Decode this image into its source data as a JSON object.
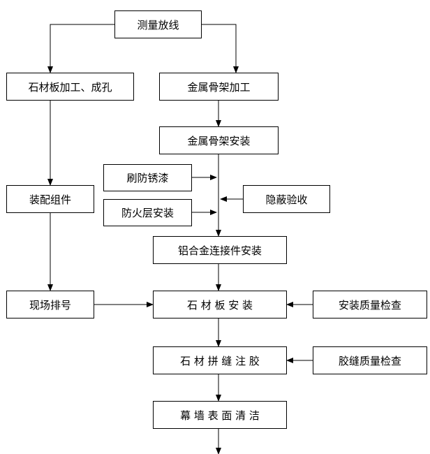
{
  "nodes": {
    "survey": "测量放线",
    "stone_processing": "石材板加工、成孔",
    "frame_processing": "金属骨架加工",
    "frame_install": "金属骨架安装",
    "rust_paint": "刷防锈漆",
    "hidden_acceptance": "隐蔽验收",
    "fireproof_install": "防火层安装",
    "assembly": "装配组件",
    "connector_install": "铝合金连接件安装",
    "numbering": "现场排号",
    "stone_install": "石 材 板 安 装",
    "install_quality_check": "安装质量检查",
    "joint_glue": "石 材 拼 缝 注 胶",
    "glue_quality_check": "胶缝质量检查",
    "surface_cleaning": "幕 墙 表 面 清 洁"
  }
}
